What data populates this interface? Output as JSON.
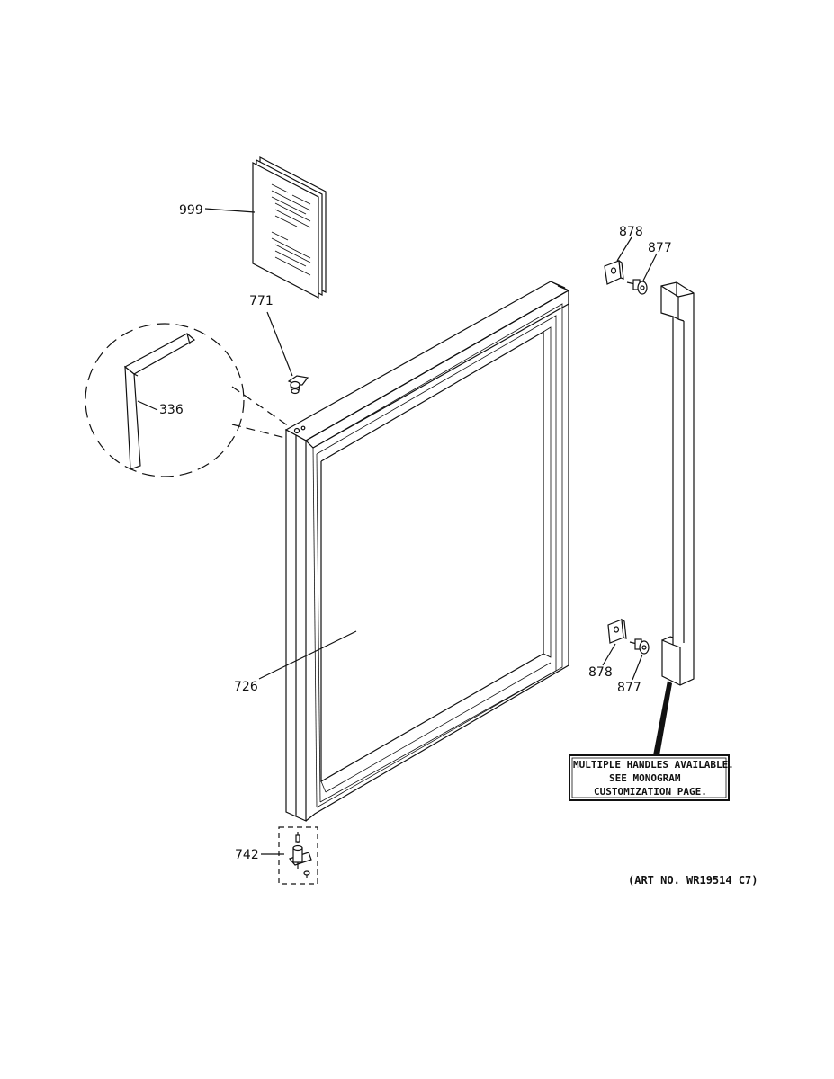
{
  "parts": {
    "p999": "999",
    "p771": "771",
    "p336": "336",
    "p726": "726",
    "p742": "742",
    "p878_top": "878",
    "p877_top": "877",
    "p878_bottom": "878",
    "p877_bottom": "877"
  },
  "note": {
    "line1": "MULTIPLE HANDLES AVAILABLE.",
    "line2": "SEE MONOGRAM",
    "line3": "CUSTOMIZATION PAGE."
  },
  "art_number": "(ART NO. WR19514 C7)"
}
